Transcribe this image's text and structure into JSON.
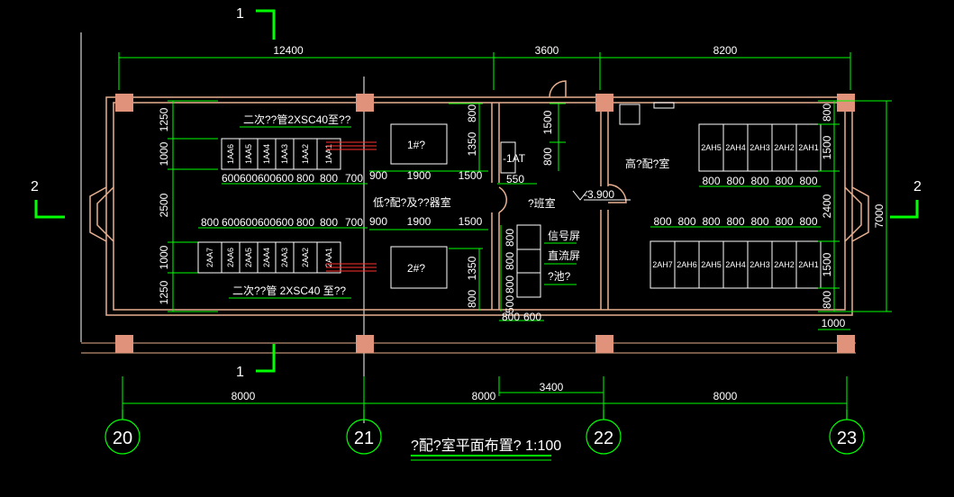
{
  "colors": {
    "background": "#000000",
    "wall": "#e8b090",
    "column_fill": "#e0937a",
    "dim_line": "#00ff00",
    "text": "#ffffff",
    "marker_red": "#ff3030"
  },
  "dims_top": [
    "12400",
    "3600",
    "8200"
  ],
  "dims_bottom": [
    "8000",
    "8000",
    "3400",
    "8000"
  ],
  "axes": [
    "20",
    "21",
    "22",
    "23"
  ],
  "section_marks": {
    "top": "1",
    "bottom": "1",
    "left": "2",
    "right": "2"
  },
  "left_vert_dims": [
    "1250",
    "1000",
    "2500",
    "1000",
    "1250"
  ],
  "right_vert_dims": [
    "800",
    "1500",
    "2400",
    "1500",
    "800"
  ],
  "right_total": "7000",
  "right_bottom": "1000",
  "rooms": {
    "low_voltage": "低?配?及??器室",
    "high_voltage": "高?配?室",
    "duty_room": "?班室",
    "level": "-3.900",
    "final_title": "?配?室平面布置? 1:100"
  },
  "conduit_top": "二次??管2XSC40至??",
  "conduit_bottom": "二次??管 2XSC40 至??",
  "transformers": {
    "t1": "1#?",
    "t2": "2#?"
  },
  "t_dims": {
    "w1": "1900",
    "w2": "1900",
    "s1": "1350",
    "s2": "1350",
    "m1": "800",
    "m2": "800"
  },
  "row_dims": {
    "top_a": "900",
    "top_b": "1500",
    "bot_a": "900",
    "bot_b": "1500"
  },
  "aa_top_labels": [
    "1AA6",
    "1AA5",
    "1AA4",
    "1AA3",
    "1AA2",
    "1AA1"
  ],
  "aa_top_dims": [
    "600",
    "600",
    "600",
    "600",
    "800",
    "800",
    "700"
  ],
  "aa_bot_labels": [
    "2AA7",
    "2AA6",
    "2AA5",
    "2AA4",
    "2AA3",
    "2AA2",
    "2AA1"
  ],
  "aa_bot_dims": [
    "800",
    "600",
    "600",
    "600",
    "600",
    "800",
    "800",
    "700"
  ],
  "ah_top_labels": [
    "2AH5",
    "2AH4",
    "2AH3",
    "2AH2",
    "2AH1"
  ],
  "ah_top_dims": [
    "800",
    "800",
    "800",
    "800",
    "800"
  ],
  "ah_bot_labels": [
    "2AH7",
    "2AH6",
    "2AH5",
    "2AH4",
    "2AH3",
    "2AH2",
    "2AH1"
  ],
  "ah_bot_dims": [
    "800",
    "800",
    "800",
    "800",
    "800",
    "800",
    "800"
  ],
  "duty_panels": [
    "信号屏",
    "直流屏",
    "?池?"
  ],
  "duty_panel_dims": [
    "800",
    "800",
    "800",
    "500"
  ],
  "duty_bottom_dims": [
    "800",
    "600"
  ],
  "at_panel": "-1AT",
  "small_dims": {
    "d1500": "1500",
    "d800": "800",
    "d550": "550",
    "d800b": "800"
  }
}
